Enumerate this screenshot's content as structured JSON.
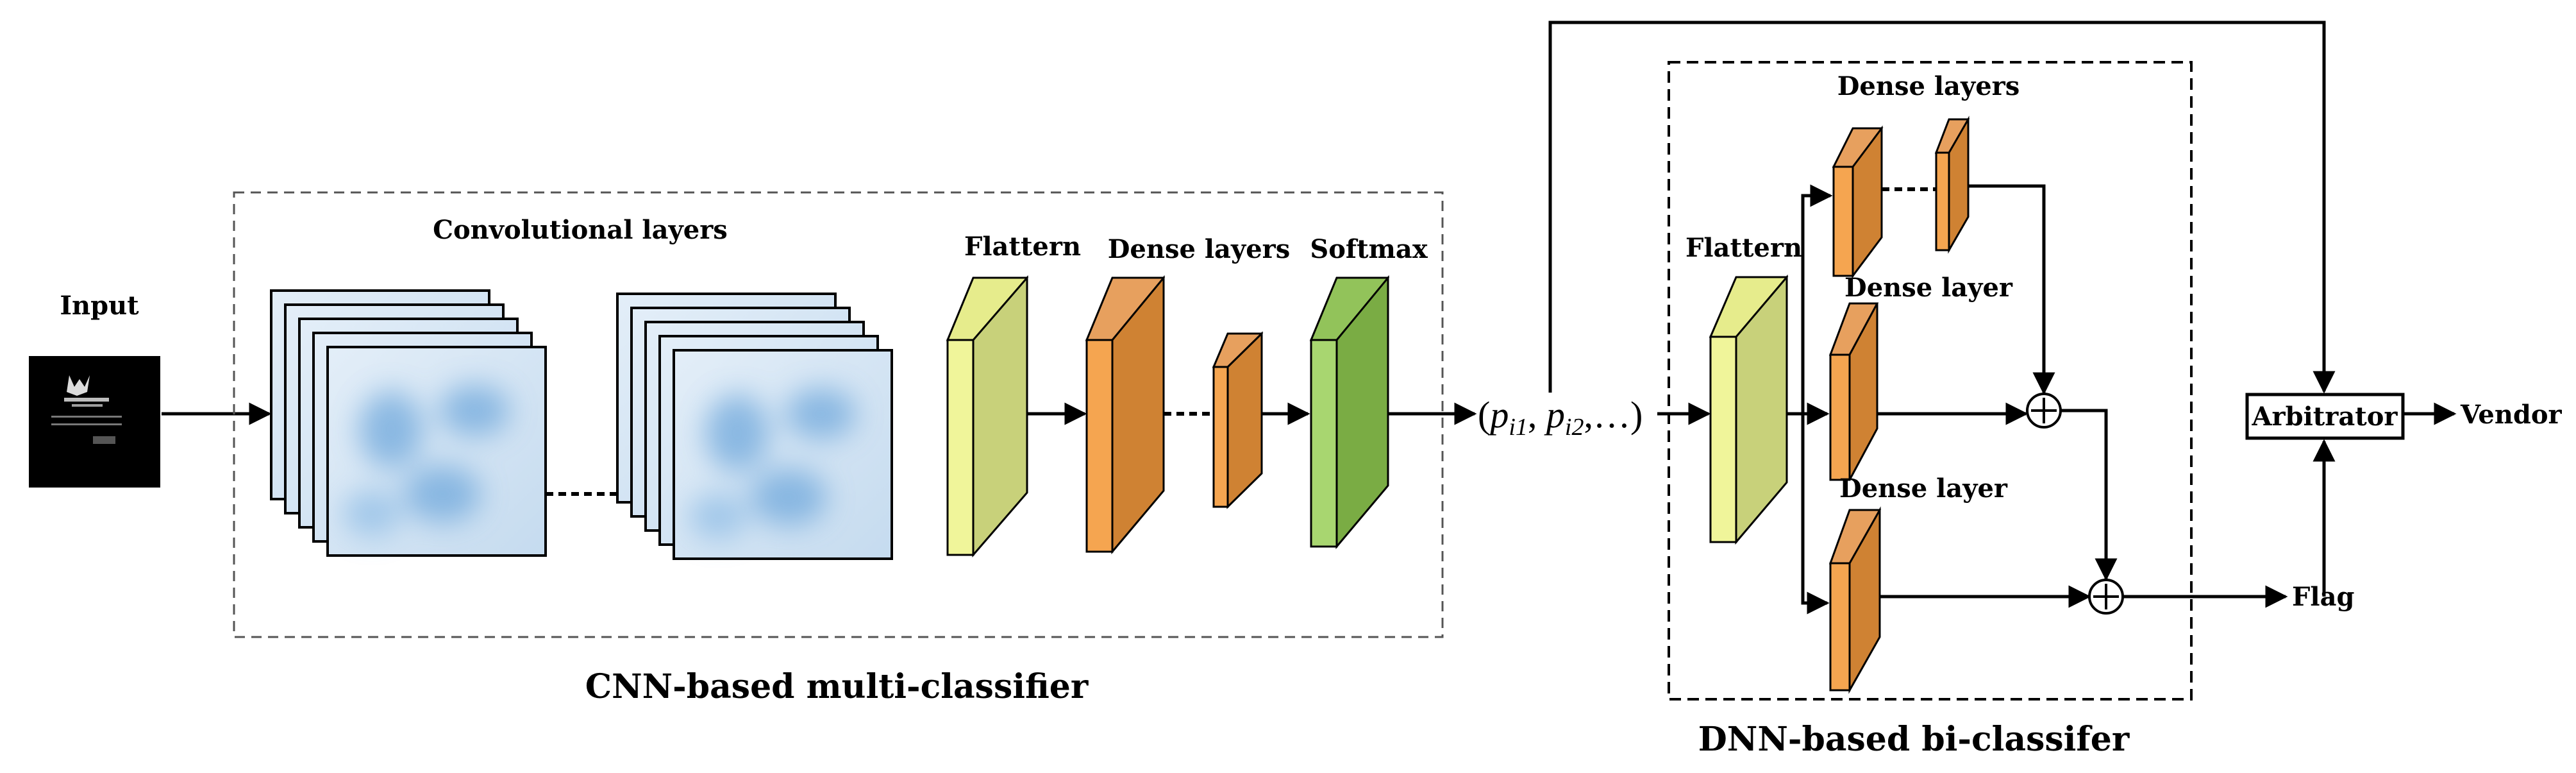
{
  "input_label": "Input",
  "cnn": {
    "conv_label": "Convolutional layers",
    "flatten_label": "Flattern",
    "dense_label": "Dense layers",
    "softmax_label": "Softmax",
    "caption": "CNN-based multi-classifier"
  },
  "probabilities": {
    "open": "(",
    "p1_base": "p",
    "p1_sub": "i1",
    "sep": ", ",
    "p2_base": "p",
    "p2_sub": "i2",
    "close": ",…)"
  },
  "dnn": {
    "flatten_label": "Flattern",
    "dense_layers_label": "Dense layers",
    "dense_layer_label_1": "Dense layer",
    "dense_layer_label_2": "Dense layer",
    "caption": "DNN-based bi-classifer"
  },
  "arbitrator_label": "Arbitrator",
  "vendor_label": "Vendor",
  "flag_label": "Flag",
  "colors": {
    "flatten": "#c8d17a",
    "flatten_side": "#f0f59a",
    "dense": "#cf8233",
    "dense_side": "#f5a550",
    "softmax": "#7aac44",
    "softmax_side": "#a8d670",
    "feature_map": "#cfe2f3",
    "feature_blob": "#6fa8dc"
  }
}
